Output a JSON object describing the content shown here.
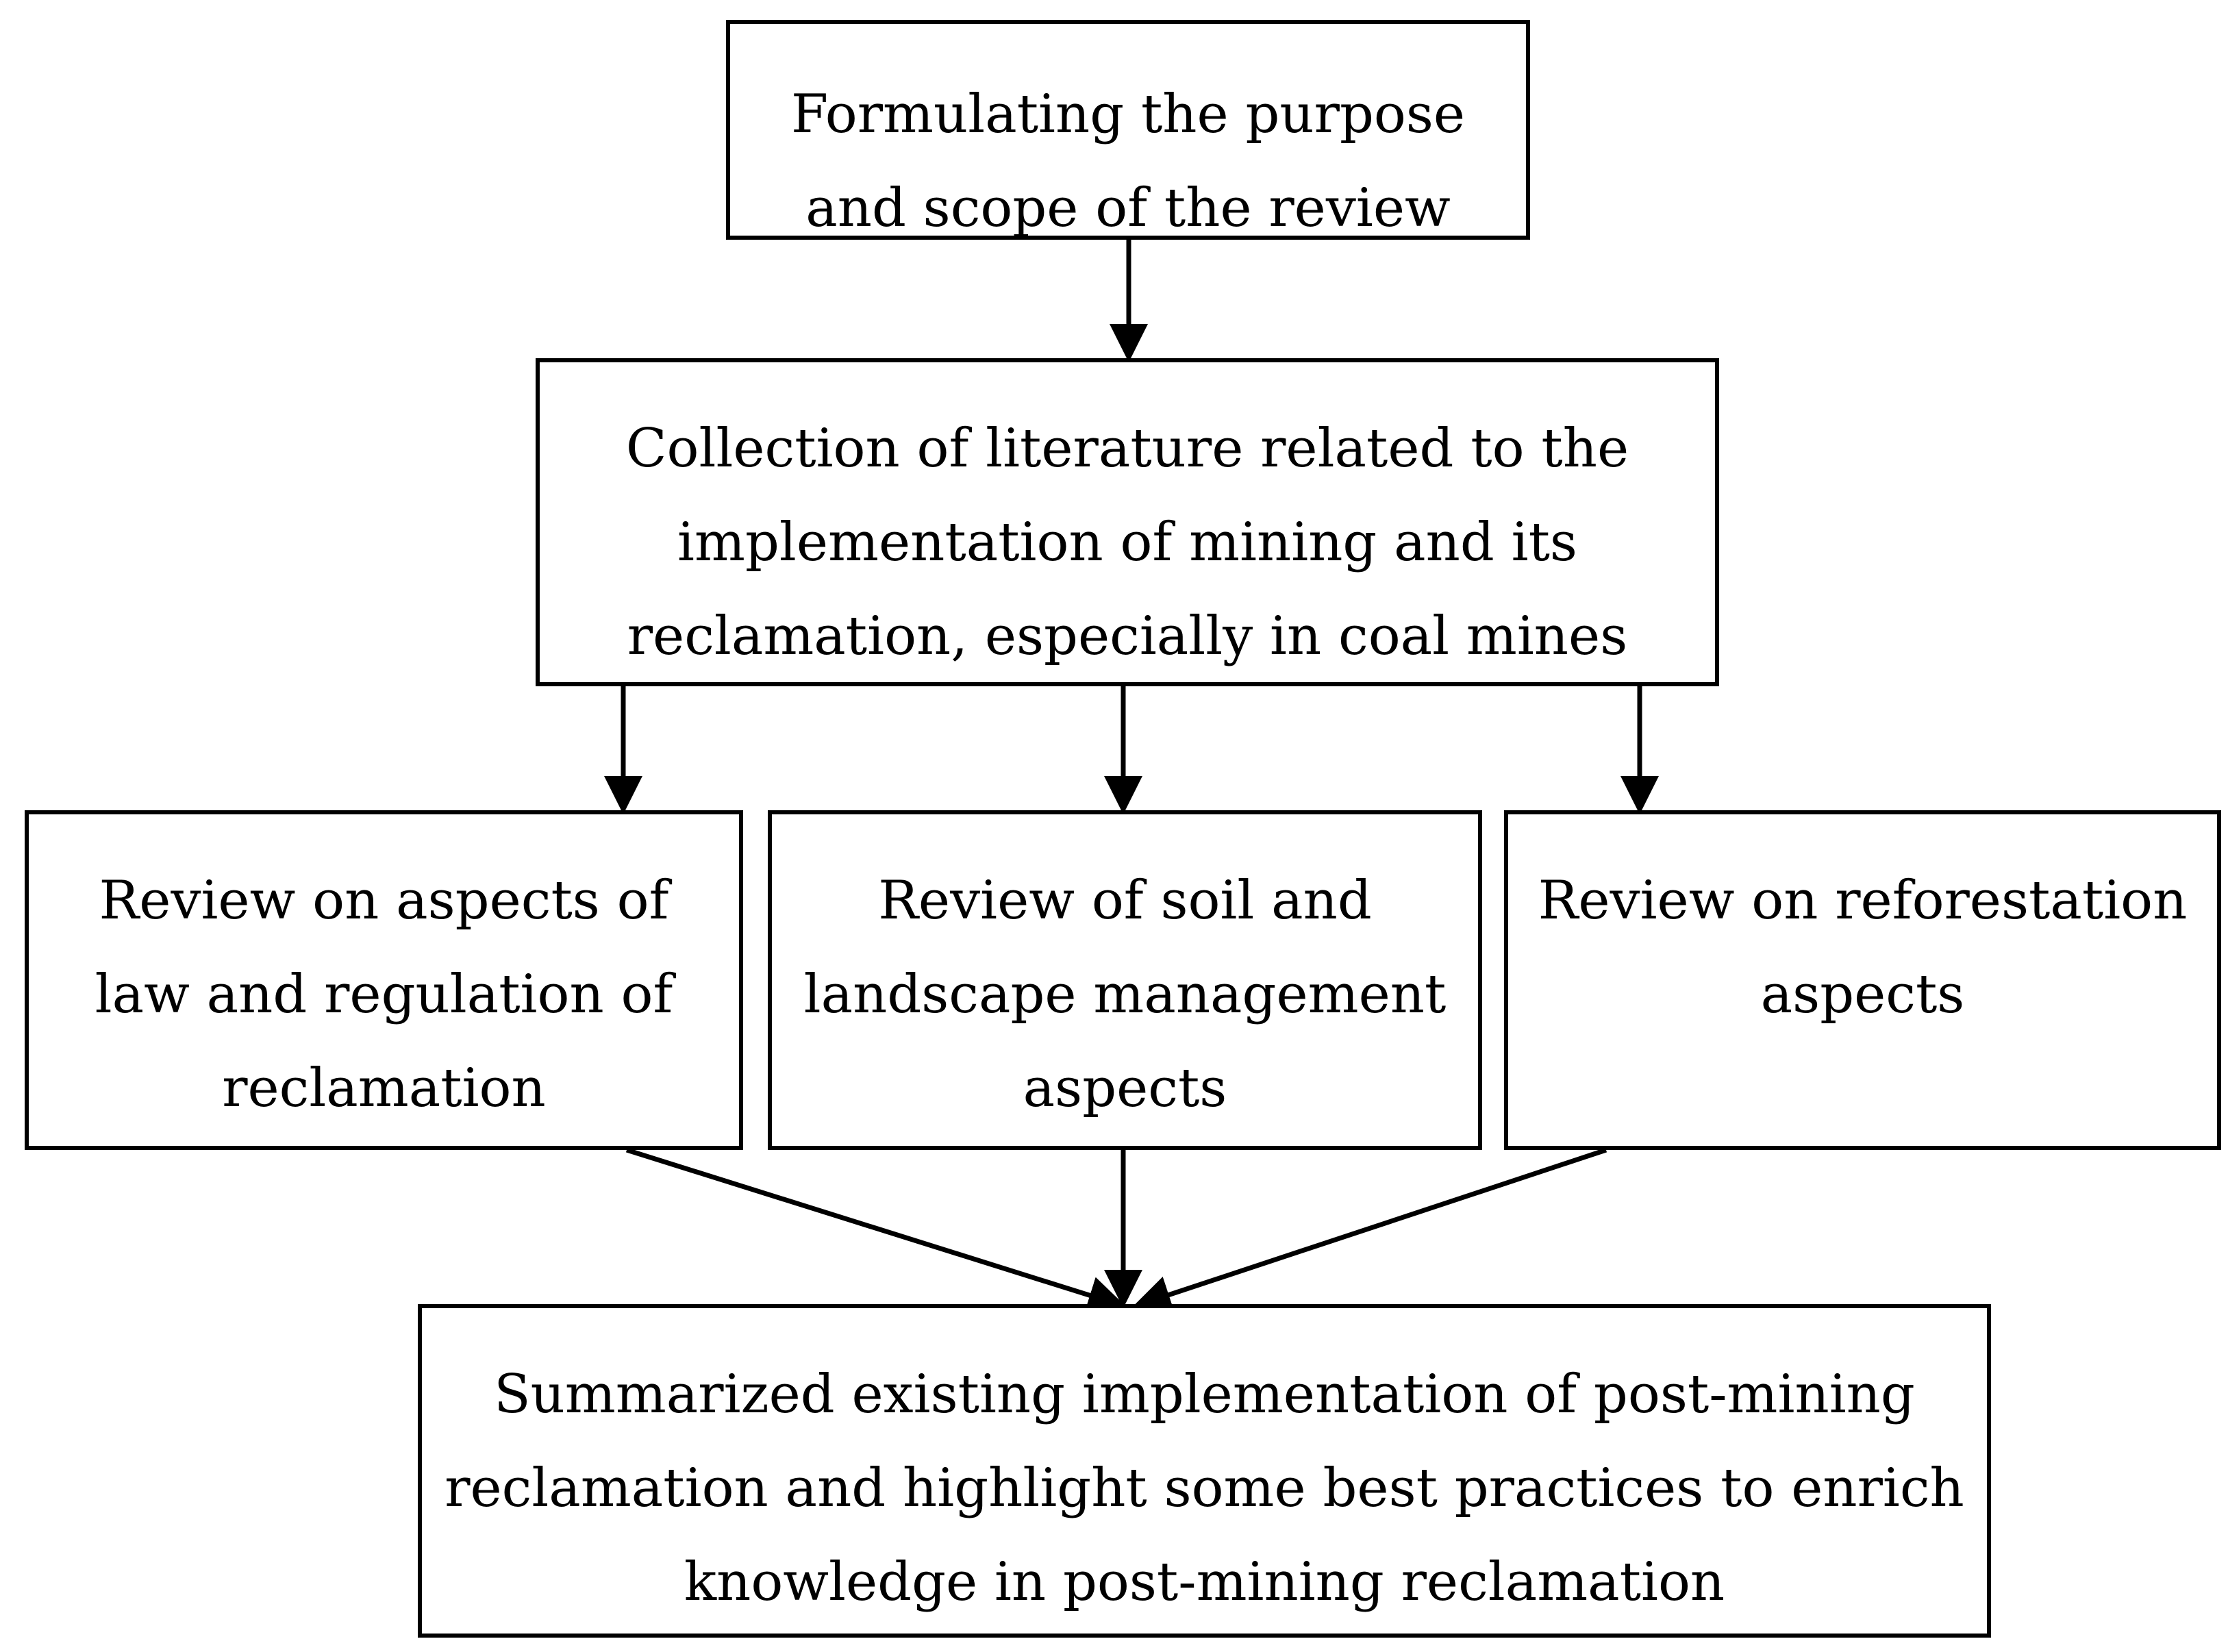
{
  "diagram": {
    "nodes": [
      {
        "id": "n1",
        "lines": [
          "Formulating the purpose",
          "and scope of the review"
        ]
      },
      {
        "id": "n2",
        "lines": [
          "Collection of literature related to the",
          "implementation of mining and its",
          "reclamation, especially in coal mines"
        ]
      },
      {
        "id": "n3",
        "lines": [
          "Review on aspects of",
          "law and regulation of",
          "reclamation"
        ]
      },
      {
        "id": "n4",
        "lines": [
          "Review of soil and",
          "landscape management",
          "aspects"
        ]
      },
      {
        "id": "n5",
        "lines": [
          "Review on reforestation",
          "aspects"
        ]
      },
      {
        "id": "n6",
        "lines": [
          "Summarized existing implementation of post-mining",
          "reclamation and highlight some best practices to enrich",
          "knowledge in post-mining reclamation"
        ]
      }
    ],
    "edges": [
      {
        "from": "n1",
        "to": "n2"
      },
      {
        "from": "n2",
        "to": "n3"
      },
      {
        "from": "n2",
        "to": "n4"
      },
      {
        "from": "n2",
        "to": "n5"
      },
      {
        "from": "n3",
        "to": "n6"
      },
      {
        "from": "n4",
        "to": "n6"
      },
      {
        "from": "n5",
        "to": "n6"
      }
    ]
  }
}
